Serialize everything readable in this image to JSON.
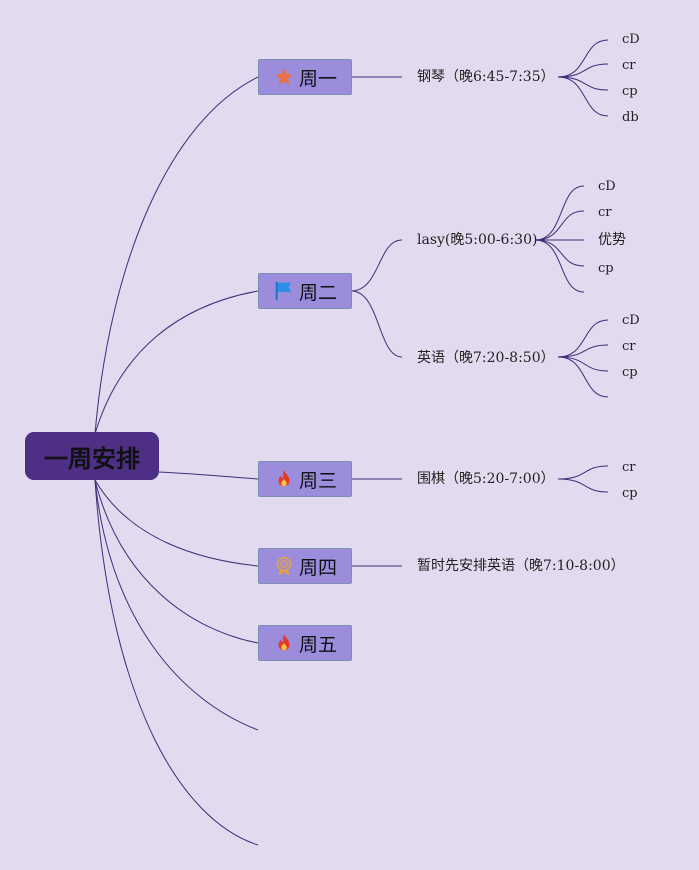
{
  "root": {
    "label": "一周安排"
  },
  "days": [
    {
      "label": "周一",
      "icon": "star-icon",
      "icon_color": "#e8704a"
    },
    {
      "label": "周二",
      "icon": "flag-icon",
      "icon_color": "#2a8fe6"
    },
    {
      "label": "周三",
      "icon": "fire-icon",
      "icon_color": "#e53a2a"
    },
    {
      "label": "周四",
      "icon": "award-icon",
      "icon_color": "#e2a04a"
    },
    {
      "label": "周五",
      "icon": "fire-icon",
      "icon_color": "#e53a2a"
    }
  ],
  "activities": {
    "mon_piano": "钢琴（晚6:45-7:35）",
    "tue_lasy": "lasy(晚5:00-6:30)",
    "tue_english": "英语（晚7:20-8:50）",
    "wed_go": "围棋（晚5:20-7:00）",
    "thu_english": "暂时先安排英语（晚7:10-8:00）"
  },
  "leaves": {
    "mon": [
      "cD",
      "cr",
      "cp",
      "db"
    ],
    "tue_lasy": [
      "cD",
      "cr",
      "优势",
      "cp"
    ],
    "tue_english": [
      "cD",
      "cr",
      "cp"
    ],
    "wed": [
      "cr",
      "cp"
    ]
  },
  "colors": {
    "background": "#e2daee",
    "root_fill": "#4e2f86",
    "day_fill": "#9b8cdc",
    "line": "#3d2e7a"
  }
}
